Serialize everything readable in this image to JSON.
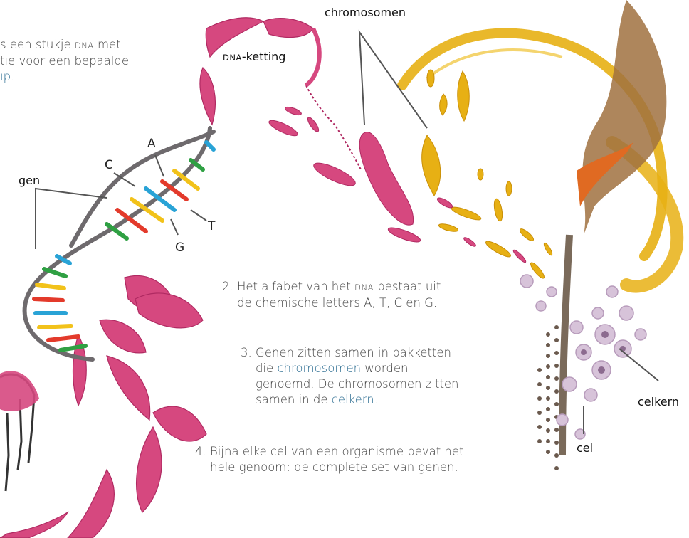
{
  "intro": {
    "line1": "s een stukje ",
    "line1_dna": "DNA",
    "line1_end": " met",
    "line2": "tie voor een bepaalde",
    "line3_hl": "ıp",
    "line3_end": "."
  },
  "labels": {
    "chromosomen": "chromosomen",
    "dna_prefix": "DNA",
    "dna_suffix": "-ketting",
    "gen": "gen",
    "celkern": "celkern",
    "cel": "cel"
  },
  "bases": {
    "a": "A",
    "c": "C",
    "t": "T",
    "g": "G"
  },
  "steps": {
    "s2": {
      "a": "2. Het alfabet van het ",
      "dna": "DNA",
      "b": " bestaat uit",
      "line2": "de chemische letters A, T, C en G."
    },
    "s3": {
      "line1": "3. Genen zitten samen in pakketten",
      "a": "die ",
      "hl1": "chromosomen",
      "b": " worden",
      "line3": "genoemd. De chromosomen zitten",
      "c": "samen in de ",
      "hl2": "celkern",
      "d": "."
    },
    "s4": {
      "line1": "4. Bijna elke cel van een organisme bevat het",
      "line2": "hele genoom: de complete set van genen."
    }
  },
  "colors": {
    "ribbon": "#d6487f",
    "ribbon_dark": "#b02a62",
    "chromosome_yellow": "#e7b014",
    "backbone": "#6e6a6d",
    "highlight": "#2f6f93",
    "cell_lilac": "#d7c3d9",
    "leader": "#555555"
  }
}
